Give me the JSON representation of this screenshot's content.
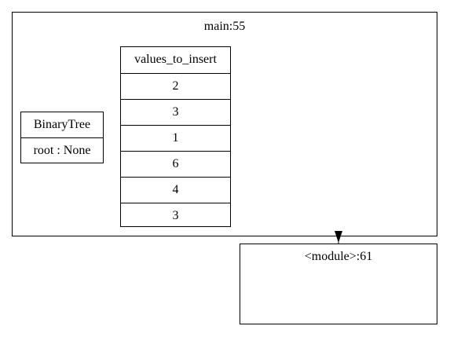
{
  "frames": {
    "main": {
      "title": "main:55"
    },
    "module": {
      "title": "<module>:61"
    }
  },
  "binary_tree": {
    "class_name": "BinaryTree",
    "attribute": "root : None"
  },
  "list": {
    "name": "values_to_insert",
    "values": [
      "2",
      "3",
      "1",
      "6",
      "4",
      "3"
    ]
  }
}
